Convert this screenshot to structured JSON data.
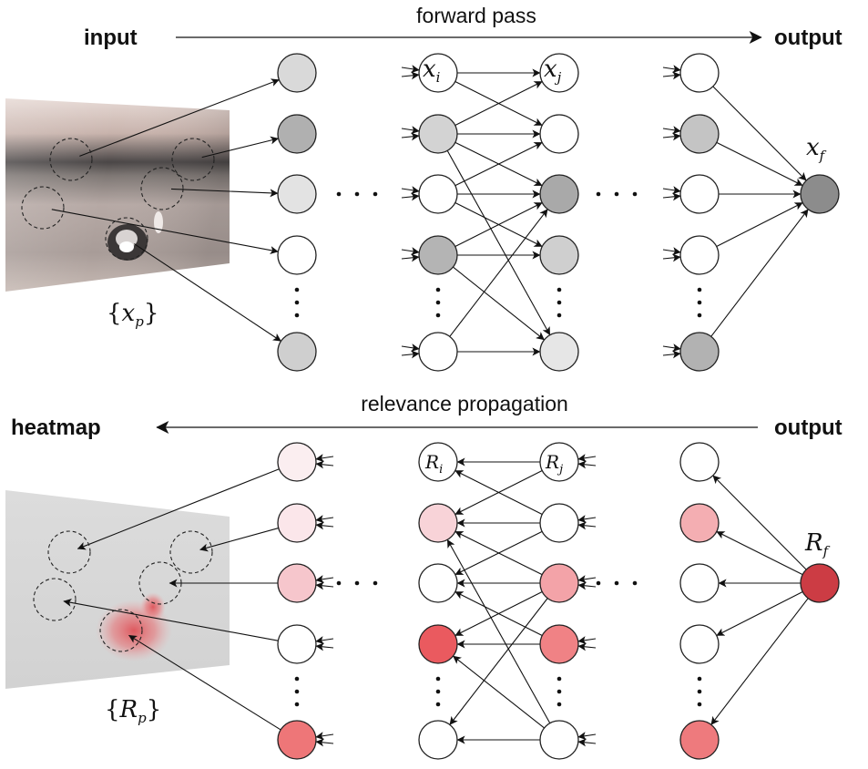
{
  "forward": {
    "input_label": "input",
    "caption": "forward pass",
    "output_label": "output",
    "xi_main": "x",
    "xi_sub": "i",
    "xj_main": "x",
    "xj_sub": "j",
    "xf_main": "x",
    "xf_sub": "f",
    "xp_main": "x",
    "xp_sub": "p",
    "xp_open": "{",
    "xp_close": "}"
  },
  "backward": {
    "heatmap_label": "heatmap",
    "caption": "relevance propagation",
    "output_label": "output",
    "ri_main": "R",
    "ri_sub": "i",
    "rj_main": "R",
    "rj_sub": "j",
    "rf_main": "R",
    "rf_sub": "f",
    "rp_main": "R",
    "rp_sub": "p",
    "rp_open": "{",
    "rp_close": "}"
  },
  "colors": {
    "forward_nodes": [
      [
        "#d9d9d9",
        "#b0b0b0",
        "#e3e3e3",
        "#ffffff",
        "#cfcfcf"
      ],
      [
        "#ffffff",
        "#d3d3d3",
        "#ffffff",
        "#b4b4b4",
        "#ffffff"
      ],
      [
        "#ffffff",
        "#ffffff",
        "#a9a9a9",
        "#cfcfcf",
        "#e6e6e6"
      ],
      [
        "#ffffff",
        "#c4c4c4",
        "#ffffff",
        "#ffffff",
        "#b2b2b2"
      ]
    ],
    "forward_output": "#8c8c8c",
    "relevance_nodes": [
      [
        "#fbeef0",
        "#fbe6ea",
        "#f6c6cc",
        "#ffffff",
        "#ee7678"
      ],
      [
        "#ffffff",
        "#f8d3d8",
        "#ffffff",
        "#ea5a5f",
        "#ffffff"
      ],
      [
        "#ffffff",
        "#ffffff",
        "#f3a3a8",
        "#f08285",
        "#ffffff"
      ],
      [
        "#ffffff",
        "#f4aeb2",
        "#ffffff",
        "#ffffff",
        "#ee7a7d"
      ]
    ],
    "relevance_output": "#cc3c44"
  }
}
